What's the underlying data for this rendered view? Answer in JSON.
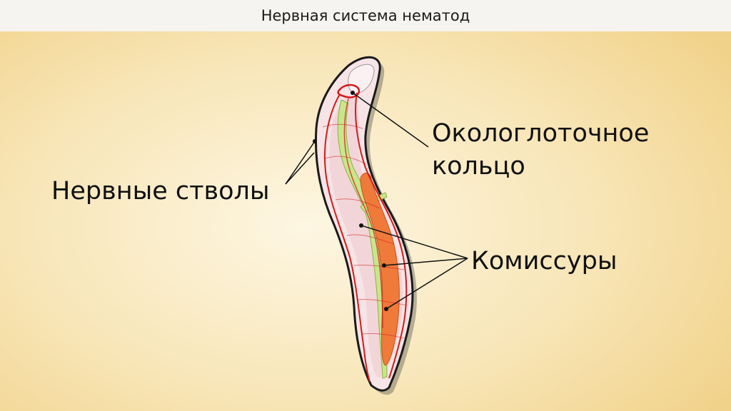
{
  "title": "Нервная система нематод",
  "labels": {
    "ring_line1": "Окологлоточное",
    "ring_line2": "кольцо",
    "trunks": "Нервные стволы",
    "commissures": "Комиссуры"
  },
  "colors": {
    "nerve": "#d41a1a",
    "gut": "#c8e68a",
    "gonad": "#ef7a3a",
    "body": "#f4e0e2",
    "outline": "#1a1a1a"
  }
}
